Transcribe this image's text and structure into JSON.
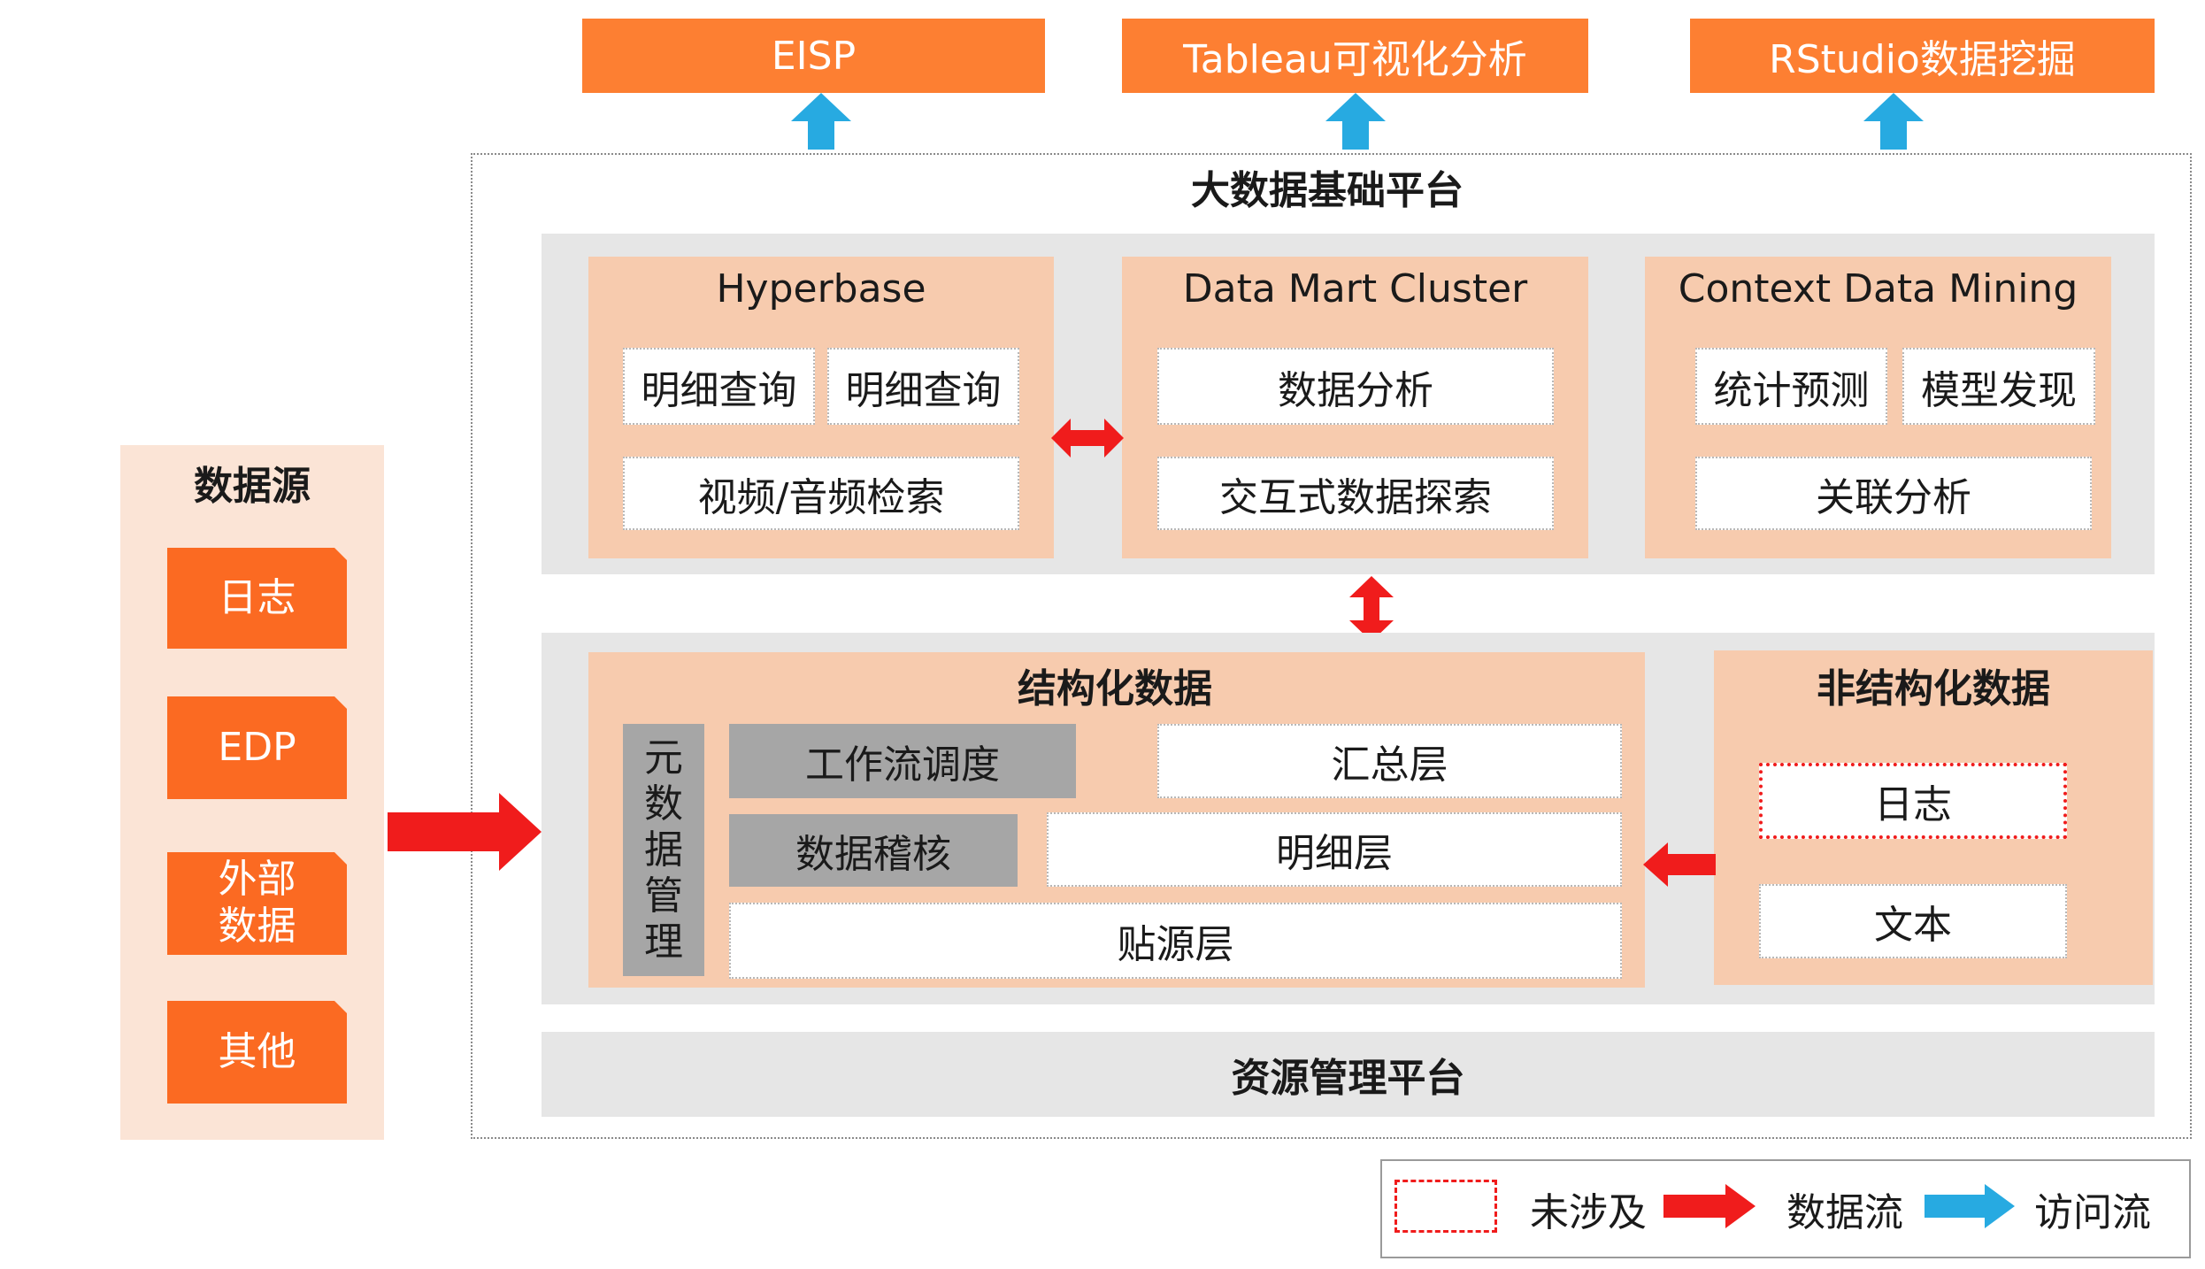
{
  "outputs": {
    "eisp": "EISP",
    "tableau": "Tableau可视化分析",
    "rstudio": "RStudio数据挖掘"
  },
  "platform": {
    "title": "大数据基础平台",
    "resource": "资源管理平台"
  },
  "hyperbase": {
    "title": "Hyperbase",
    "cell1": "明细查询",
    "cell2": "明细查询",
    "cell3": "视频/音频检索"
  },
  "datamart": {
    "title": "Data Mart Cluster",
    "cell1": "数据分析",
    "cell2": "交互式数据探索"
  },
  "context": {
    "title": "Context Data Mining",
    "cell1": "统计预测",
    "cell2": "模型发现",
    "cell3": "关联分析"
  },
  "structured": {
    "title": "结构化数据",
    "meta": [
      "元",
      "数",
      "据",
      "管",
      "理"
    ],
    "workflow": "工作流调度",
    "audit": "数据稽核",
    "summary": "汇总层",
    "detail": "明细层",
    "source": "贴源层"
  },
  "unstructured": {
    "title": "非结构化数据",
    "log": "日志",
    "text": "文本"
  },
  "sources": {
    "title": "数据源",
    "items": [
      "日志",
      "EDP",
      "外部\n数据",
      "其他"
    ]
  },
  "legend": {
    "not_involved": "未涉及",
    "data_flow": "数据流",
    "access_flow": "访问流"
  },
  "colors": {
    "orange": "#fd7f32",
    "source_orange": "#fb6a22",
    "peach": "#f7cbae",
    "band_gray": "#e6e6e6",
    "cell_gray": "#a6a6a6",
    "data_flow_red": "#f01c1c",
    "access_flow_blue": "#27aae1"
  }
}
